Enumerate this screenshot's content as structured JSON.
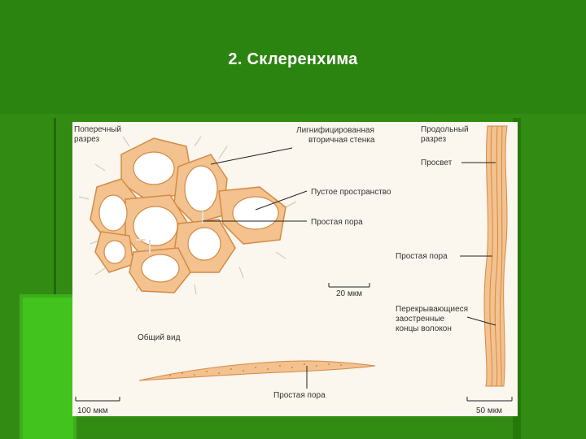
{
  "slide": {
    "title": "2. Склеренхима"
  },
  "diagram": {
    "labels": {
      "cross_section_1": "Поперечный",
      "cross_section_2": "разрез",
      "lignified_1": "Лигнифицированная",
      "lignified_2": "вторичная стенка",
      "longitudinal_1": "Продольный",
      "longitudinal_2": "разрез",
      "lumen": "Просвет",
      "empty_space": "Пустое пространство",
      "simple_pore_1": "Простая пора",
      "simple_pore_2": "Простая пора",
      "scale_20": "20 мкм",
      "overlapping_1": "Перекрывающиеся",
      "overlapping_2": "заостренные",
      "overlapping_3": "концы волокон",
      "general_view": "Общий вид",
      "simple_pore_3": "Простая пора",
      "scale_100": "100 мкм",
      "scale_50": "50 мкм"
    }
  },
  "colors": {
    "background": "#2f8a12",
    "panel": "#fbf6ee",
    "cell_wall": "#f3c28e",
    "cell_outline": "#d38a45",
    "lumen": "#ffffff"
  }
}
